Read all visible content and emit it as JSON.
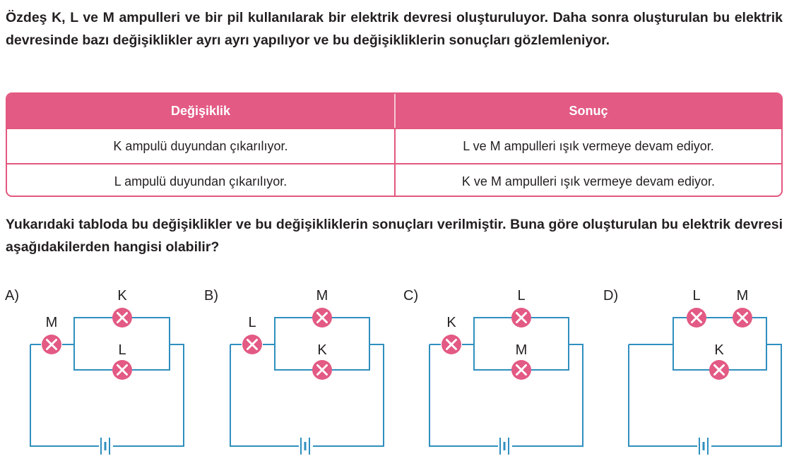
{
  "intro_text": "Özdeş K, L ve M ampulleri ve bir pil kullanılarak bir elektrik devresi oluşturuluyor. Daha sonra oluşturulan bu elektrik devresinde bazı değişiklikler ayrı ayrı yapılıyor ve bu değişikliklerin sonuçları gözlemleniyor.",
  "table": {
    "headers": [
      "Değişiklik",
      "Sonuç"
    ],
    "rows": [
      [
        "K ampulü duyundan çıkarılıyor.",
        "L ve M ampulleri ışık vermeye devam ediyor."
      ],
      [
        "L ampulü duyundan çıkarılıyor.",
        "K ve M ampulleri ışık vermeye devam ediyor."
      ]
    ]
  },
  "question_text": "Yukarıdaki tabloda bu değişiklikler ve bu değişikliklerin sonuçları verilmiştir. Buna göre oluşturulan bu elektrik devresi aşağıdakilerden hangisi olabilir?",
  "options": [
    {
      "label": "A)",
      "series_lamp": "M",
      "parallel_top": "K",
      "parallel_bottom": "L"
    },
    {
      "label": "B)",
      "series_lamp": "L",
      "parallel_top": "M",
      "parallel_bottom": "K"
    },
    {
      "label": "C)",
      "series_lamp": "K",
      "parallel_top": "L",
      "parallel_bottom": "M"
    },
    {
      "label": "D)",
      "top_lamp_1": "L",
      "top_lamp_2": "M",
      "bottom_lamp": "K"
    }
  ],
  "colors": {
    "wire": "#2f8fbf",
    "lamp": "#e35a84",
    "table_header": "#e35a84"
  }
}
